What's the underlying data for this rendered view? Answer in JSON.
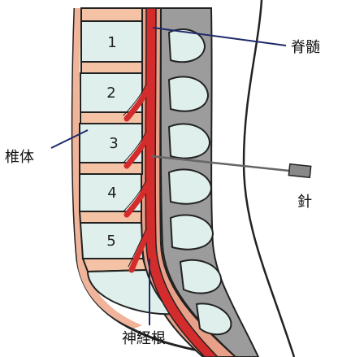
{
  "labels": {
    "spinal_cord": "脊髄",
    "needle": "針",
    "vertebral_body": "椎体",
    "nerve_root": "神経根"
  },
  "vertebrae": [
    "1",
    "2",
    "3",
    "4",
    "5"
  ],
  "colors": {
    "outline": "#222222",
    "bone_fill": "#dff0ec",
    "disc_fill": "#f4c2a4",
    "canal_fill": "#e8a088",
    "nerve_red": "#d42c2c",
    "lamina_gray": "#9c9c9c",
    "skin_line": "#222222",
    "needle_gray": "#888888"
  }
}
